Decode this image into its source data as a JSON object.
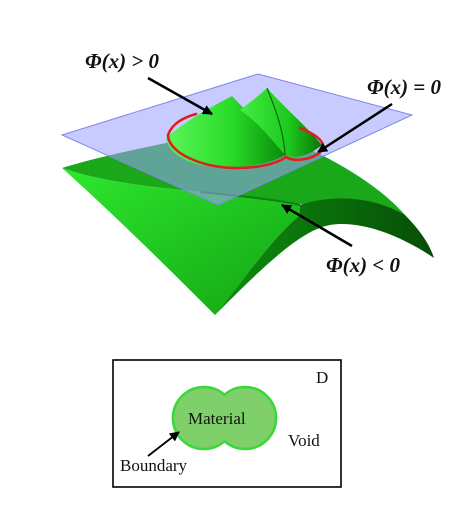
{
  "surface_labels": {
    "positive": "Φ(x) > 0",
    "zero": "Φ(x) = 0",
    "negative": "Φ(x) < 0"
  },
  "domain_box": {
    "domain_label": "D",
    "material_label": "Material",
    "void_label": "Void",
    "boundary_label": "Boundary"
  },
  "colors": {
    "surface_green": "#22d022",
    "surface_green_dark": "#0a7a0a",
    "plane_blue": "#9aa0ff",
    "boundary_red": "#e02020",
    "material_fill": "#7fcf6a",
    "material_stroke": "#3bd83b"
  }
}
